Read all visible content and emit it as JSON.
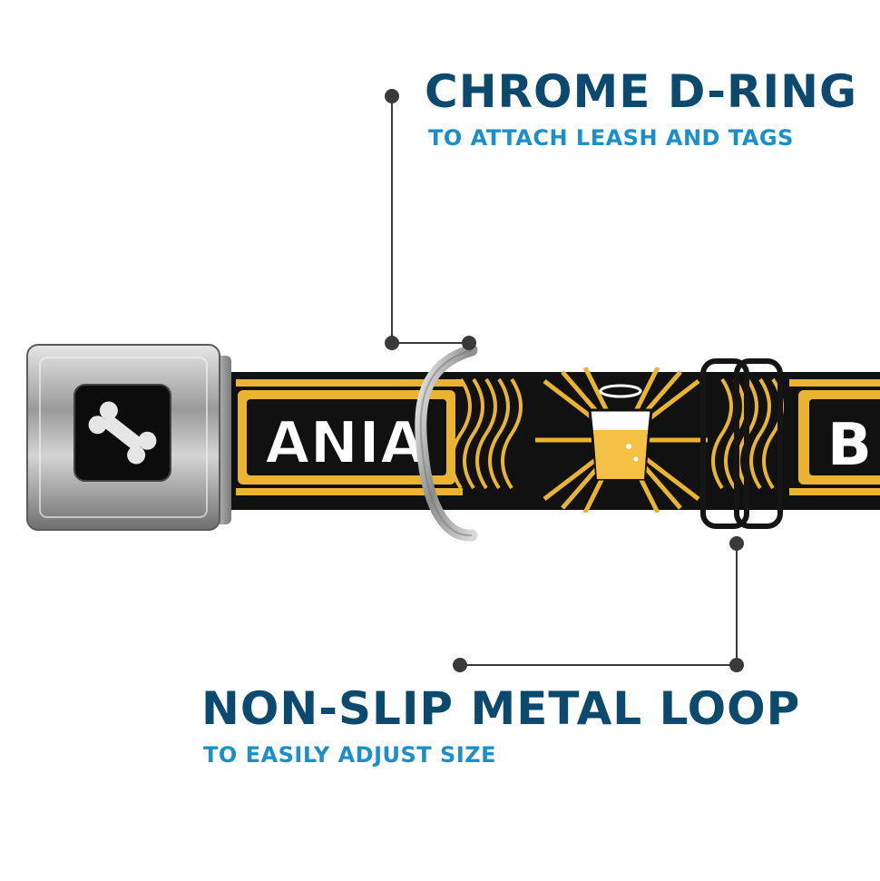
{
  "colors": {
    "title": "#0b4a6e",
    "subtitle": "#1a8fc9",
    "callout_line": "#3a3a3a",
    "strap_yellow": "#e9b431",
    "strap_black": "#111111"
  },
  "callouts": [
    {
      "title": "CHROME D-RING",
      "subtitle": "TO ATTACH LEASH AND TAGS"
    },
    {
      "title": "NON-SLIP METAL LOOP",
      "subtitle": "TO EASILY ADJUST SIZE"
    }
  ],
  "collar": {
    "buckle_icon": "bone-icon",
    "strap_text_left": "ANIA",
    "strap_text_right": "B"
  }
}
